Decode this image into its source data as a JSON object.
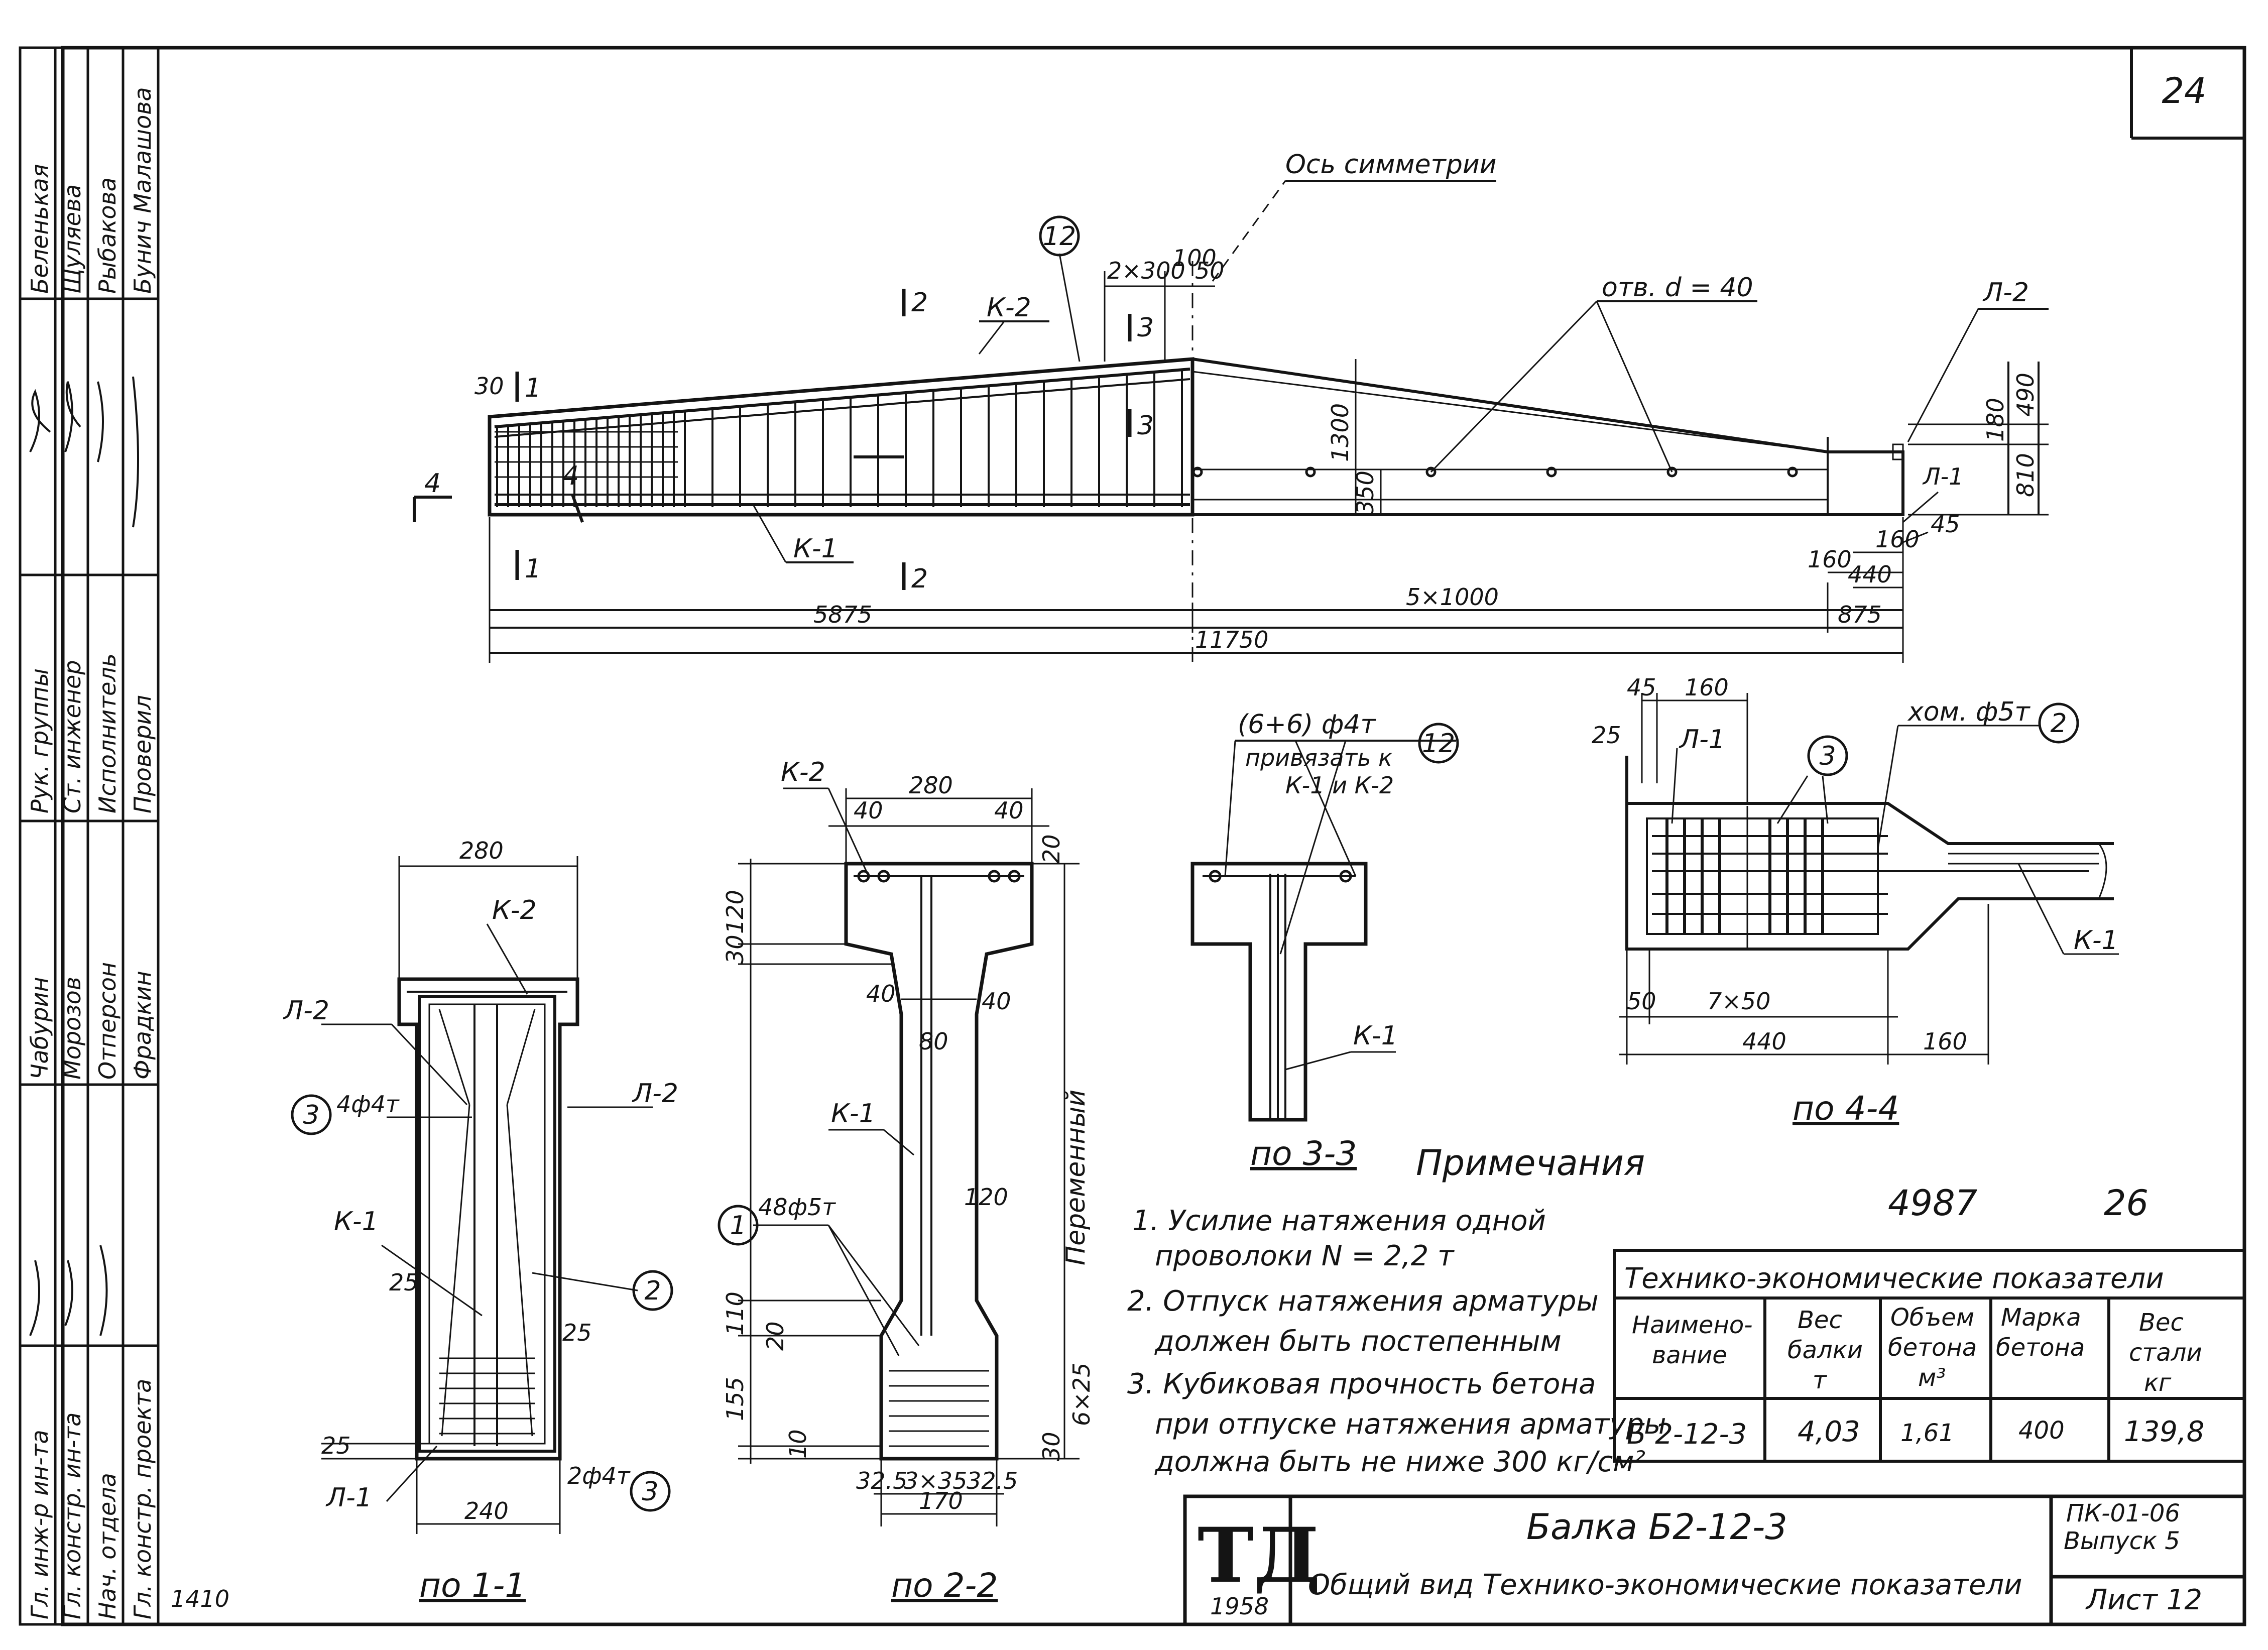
{
  "sheet_number": "24",
  "doc_number": "4987",
  "doc_page": "26",
  "corner_mark": "1410",
  "side_roles": [
    "Гл. инж-р ин-та",
    "Гл. констр. ин-та",
    "Нач. отдела",
    "Гл. констр. проекта",
    "Рук. группы",
    "Ст. инженер",
    "Исполнитель",
    "Проверил"
  ],
  "side_names": [
    "Чабурин",
    "Морозов",
    "Отперсон",
    "Фрадкин",
    "Беленькая",
    "Щуляева",
    "Рыбакова",
    "Бунич Малашова"
  ],
  "beam": {
    "axis_label": "Ось симметрии",
    "holes_label": "отв. d = 40",
    "labels": {
      "k1": "К-1",
      "k2": "К-2",
      "l1": "Л-1",
      "l2": "Л-2",
      "c12": "12"
    },
    "cuts": {
      "c1": "1",
      "c2": "2",
      "c3": "3",
      "c4": "4"
    },
    "dims": {
      "d30": "30",
      "d2x300": "2×300",
      "d100": "100",
      "d50": "50",
      "d1300": "1300",
      "d350": "350",
      "d180": "180",
      "d490": "490",
      "d810": "810",
      "d45": "45",
      "d160a": "160",
      "d160b": "160",
      "d440": "440",
      "d875": "875",
      "d5875": "5875",
      "d5x1000": "5×1000",
      "d11750": "11750"
    }
  },
  "sec11": {
    "title": "по 1-1",
    "w_top": "280",
    "w_bot": "240",
    "d25a": "25",
    "d25b": "25",
    "d25c": "25",
    "k1": "К-1",
    "k2": "К-2",
    "l1": "Л-1",
    "l2a": "Л-2",
    "l2b": "Л-2",
    "c3a": "3",
    "c3b": "3",
    "c2": "2",
    "bar_top": "4ф4т",
    "bar_bot": "2ф4т"
  },
  "sec22": {
    "title": "по 2-2",
    "w_top": "280",
    "d40a": "40",
    "d40b": "40",
    "d40c": "40",
    "d40d": "40",
    "d20": "20",
    "d120a": "120",
    "d30": "30",
    "d80": "80",
    "d120b": "120",
    "d110": "110",
    "d20b": "20",
    "d155": "155",
    "d10": "10",
    "d30b": "30",
    "d6x25": "6×25",
    "b325a": "32.5",
    "b3x35": "3×35",
    "b325b": "32.5",
    "w_bot": "170",
    "k1": "К-1",
    "k2": "К-2",
    "c1": "1",
    "bar": "48ф5т",
    "var": "Переменный"
  },
  "sec33": {
    "title": "по 3-3",
    "note1": "(6+6) ф4т",
    "note2": "привязать к",
    "note3": "К-1 и К-2",
    "c12": "12",
    "k1": "К-1"
  },
  "sec44": {
    "title": "по 4-4",
    "d45": "45",
    "d160a": "160",
    "d25": "25",
    "d50": "50",
    "d7x50": "7×50",
    "d440": "440",
    "d160b": "160",
    "l1": "Л-1",
    "k1": "К-1",
    "c3": "3",
    "c2": "2",
    "hom": "хом. ф5т"
  },
  "notes": {
    "heading": "Примечания",
    "lines": [
      "1. Усилие натяжения одной",
      "проволоки N = 2,2 т",
      "2. Отпуск натяжения арматуры",
      "должен быть постепенным",
      "3. Кубиковая прочность бетона",
      "при отпуске натяжения арматуры",
      "должна быть не ниже 300 кг/см²"
    ]
  },
  "tech": {
    "title": "Технико-экономические показатели",
    "head": [
      [
        "Наимено-",
        "вание"
      ],
      [
        "Вес",
        "балки",
        "т"
      ],
      [
        "Объем",
        "бетона",
        "м³"
      ],
      [
        "Марка",
        "бетона"
      ],
      [
        "Вес",
        "стали",
        "кг"
      ]
    ],
    "row": [
      "Б 2-12-3",
      "4,03",
      "1,61",
      "400",
      "139,8"
    ]
  },
  "titleblock": {
    "logo": "ТД",
    "year": "1958",
    "name": "Балка Б2-12-3",
    "sub": "Общий вид Технико-экономические показатели",
    "code": "ПК-01-06",
    "issue": "Выпуск 5",
    "sheet": "Лист 12"
  }
}
